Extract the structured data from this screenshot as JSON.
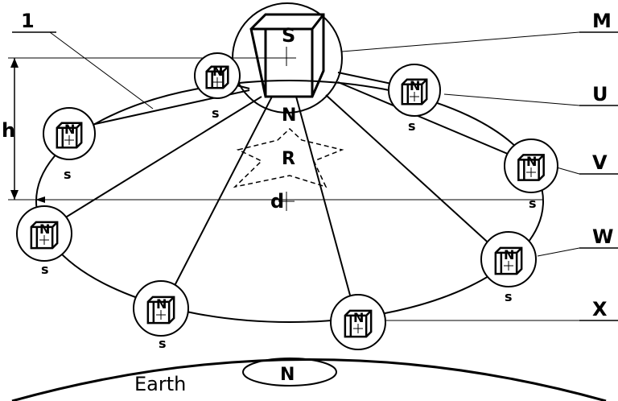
{
  "labels": {
    "ref_1": "1",
    "M": "M",
    "U": "U",
    "V": "V",
    "W": "W",
    "X": "X",
    "h": "h",
    "d": "d",
    "R": "R",
    "center_S": "S",
    "center_N": "N",
    "earth": "Earth",
    "earth_N": "N"
  },
  "satellites": [
    {
      "id": "upper-left",
      "top": "N",
      "bottom": "s"
    },
    {
      "id": "left",
      "top": "N",
      "bottom": "s"
    },
    {
      "id": "far-left",
      "top": "N",
      "bottom": "s"
    },
    {
      "id": "bottom-left",
      "top": "N",
      "bottom": "s"
    },
    {
      "id": "bottom-mid",
      "top": "N",
      "bottom": ""
    },
    {
      "id": "lower-right",
      "top": "N",
      "bottom": "s"
    },
    {
      "id": "right",
      "top": "N",
      "bottom": "s"
    },
    {
      "id": "upper-right",
      "top": "N",
      "bottom": "s"
    }
  ]
}
